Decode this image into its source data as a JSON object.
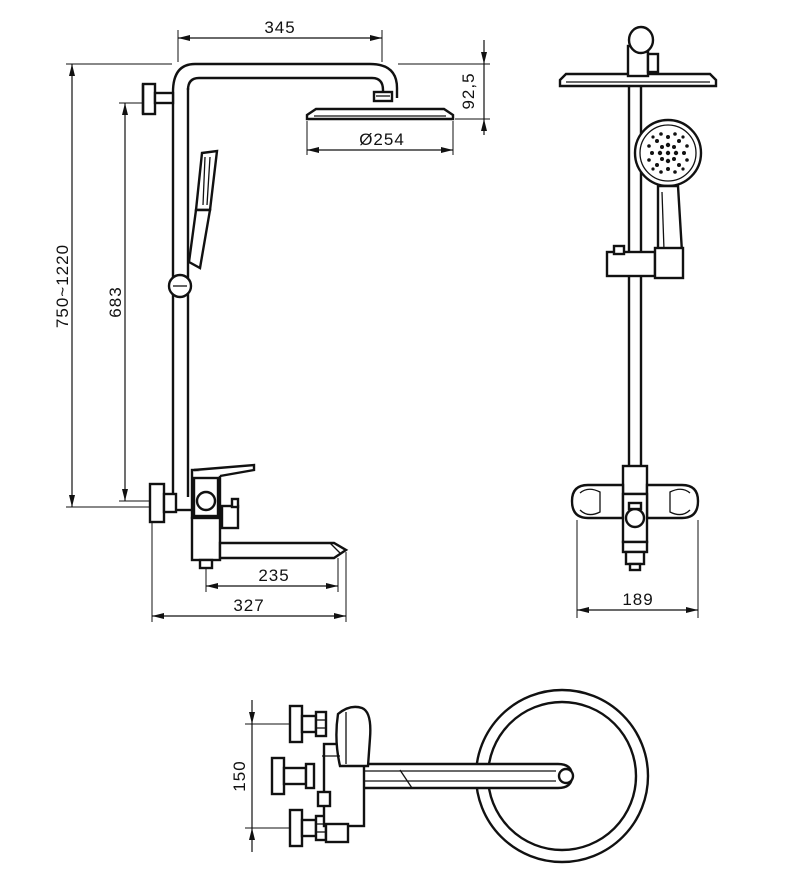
{
  "dimensions": {
    "arm_reach": "345",
    "arm_rise": "92,5",
    "head_diameter": "Ø254",
    "height_range": "750~1220",
    "bar_height": "683",
    "spout_length": "235",
    "total_projection": "327",
    "mixer_width": "189",
    "inlet_spacing": "150"
  }
}
